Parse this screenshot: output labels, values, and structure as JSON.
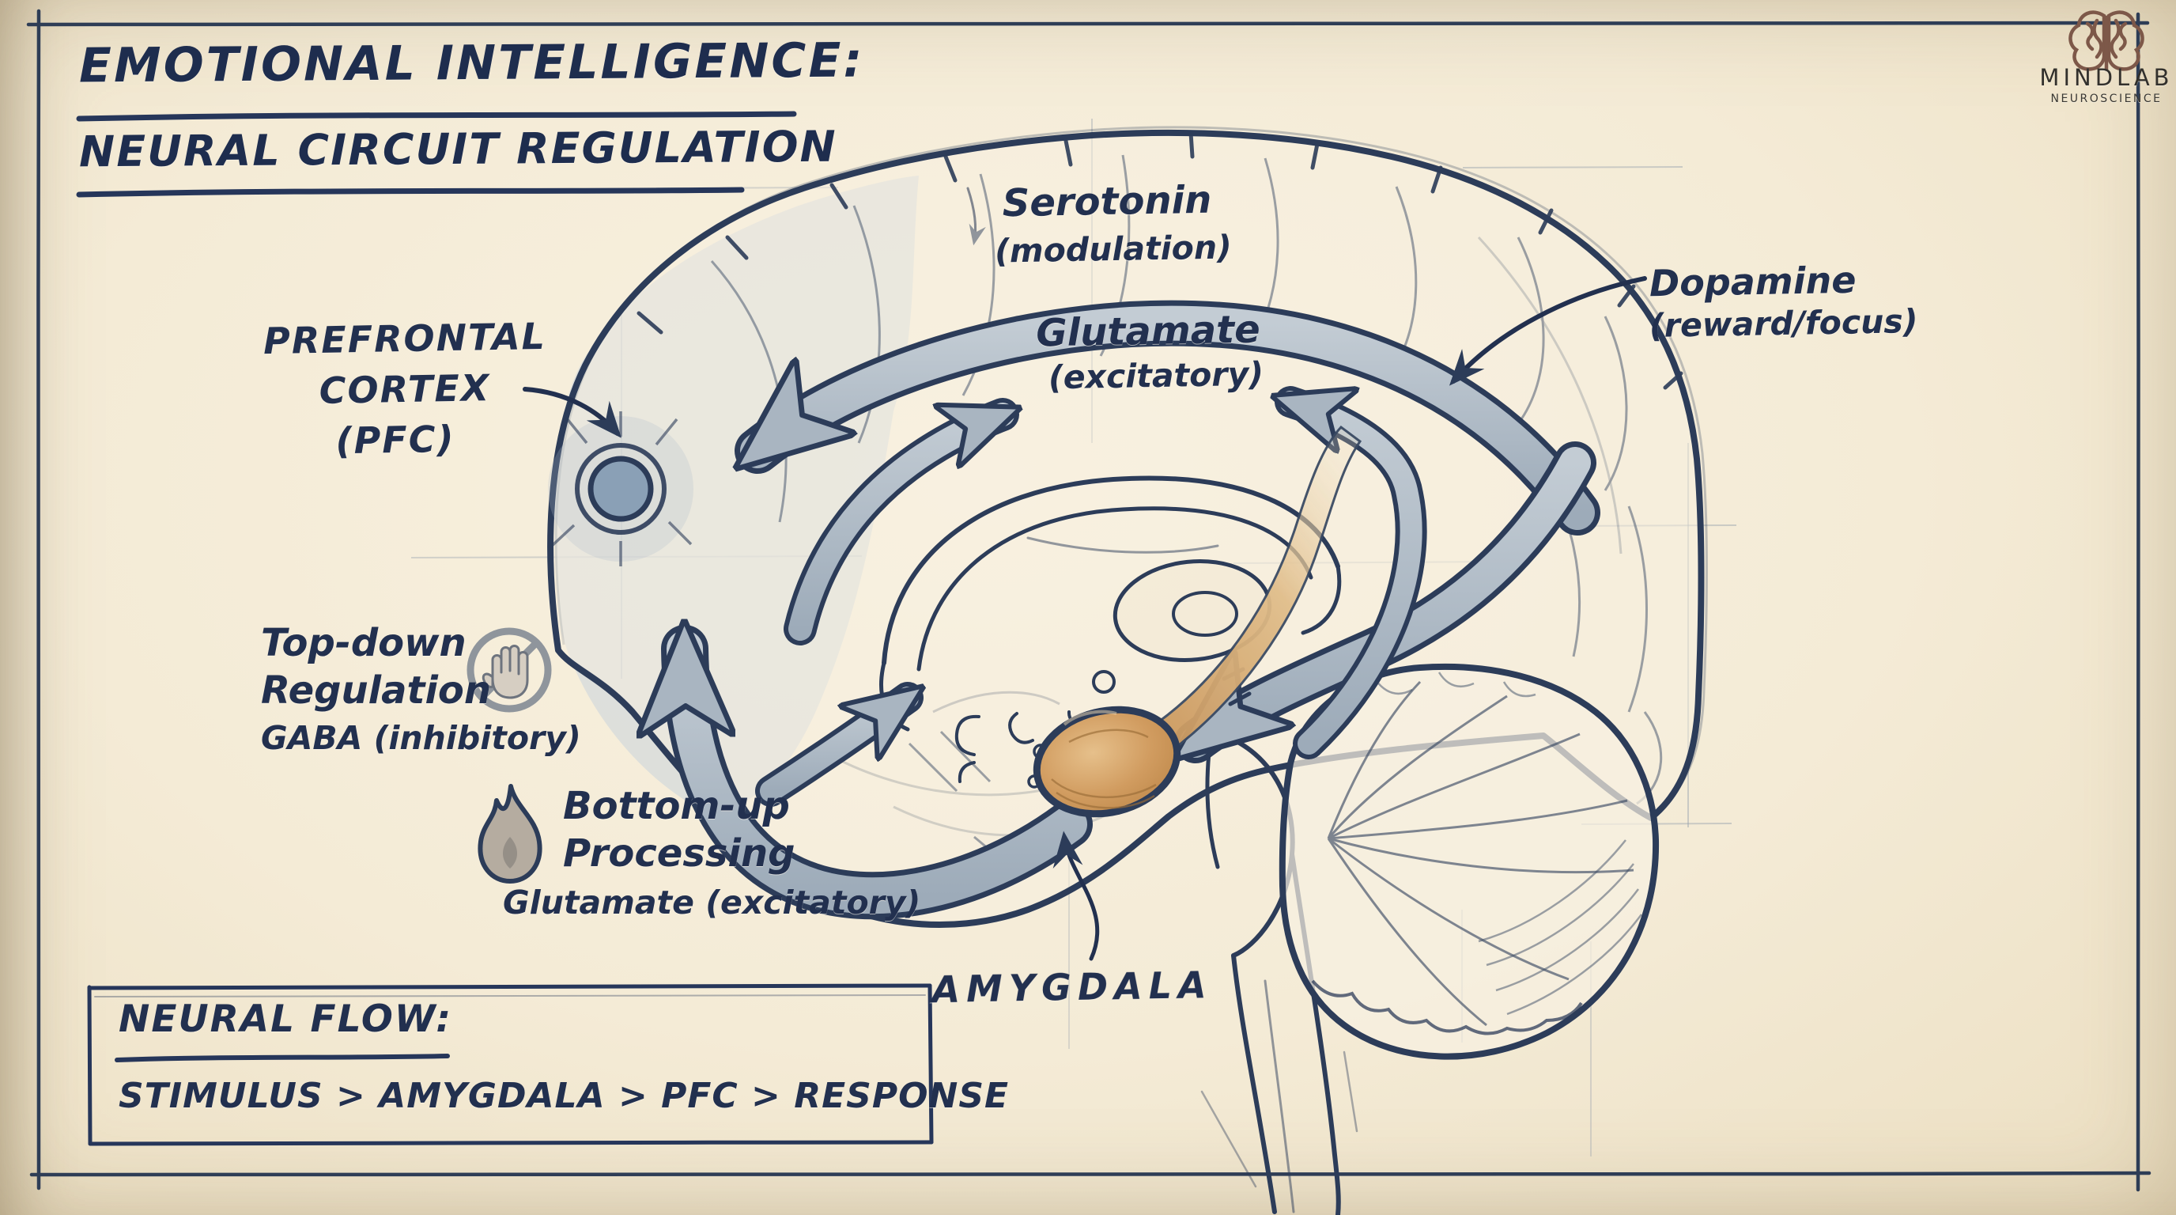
{
  "palette": {
    "paper": "#f4ebd6",
    "ink": "#2c3c59",
    "text_ink": "#22304f",
    "arrow_fill": "#a9b5c1",
    "frontal_wash": "#c9d3dc",
    "pfc_node": "#8aa0b6",
    "amygdala_fill": "#d19c60",
    "logo_brown": "#7d5849"
  },
  "header": {
    "title_line1": "EMOTIONAL INTELLIGENCE:",
    "title_line2": "NEURAL CIRCUIT REGULATION"
  },
  "brand": {
    "name": "MINDLAB",
    "tagline": "NEUROSCIENCE"
  },
  "brain_labels": {
    "serotonin": {
      "name": "Serotonin",
      "qualifier": "(modulation)"
    },
    "glutamate": {
      "name": "Glutamate",
      "qualifier": "(excitatory)"
    },
    "dopamine": {
      "name": "Dopamine",
      "qualifier": "(reward/focus)"
    },
    "pfc": {
      "line1": "PREFRONTAL",
      "line2": "CORTEX",
      "line3": "(PFC)"
    },
    "amygdala": {
      "name": "AMYGDALA"
    }
  },
  "annotations": {
    "top_down": {
      "line1": "Top-down",
      "line2": "Regulation",
      "detail": "GABA (inhibitory)",
      "icon": "stop-hand-icon"
    },
    "bottom_up": {
      "line1": "Bottom-up",
      "line2": "Processing",
      "detail": "Glutamate (excitatory)",
      "icon": "flame-icon"
    }
  },
  "flow_box": {
    "heading": "NEURAL FLOW:",
    "sequence": "STIMULUS > AMYGDALA > PFC > RESPONSE"
  }
}
